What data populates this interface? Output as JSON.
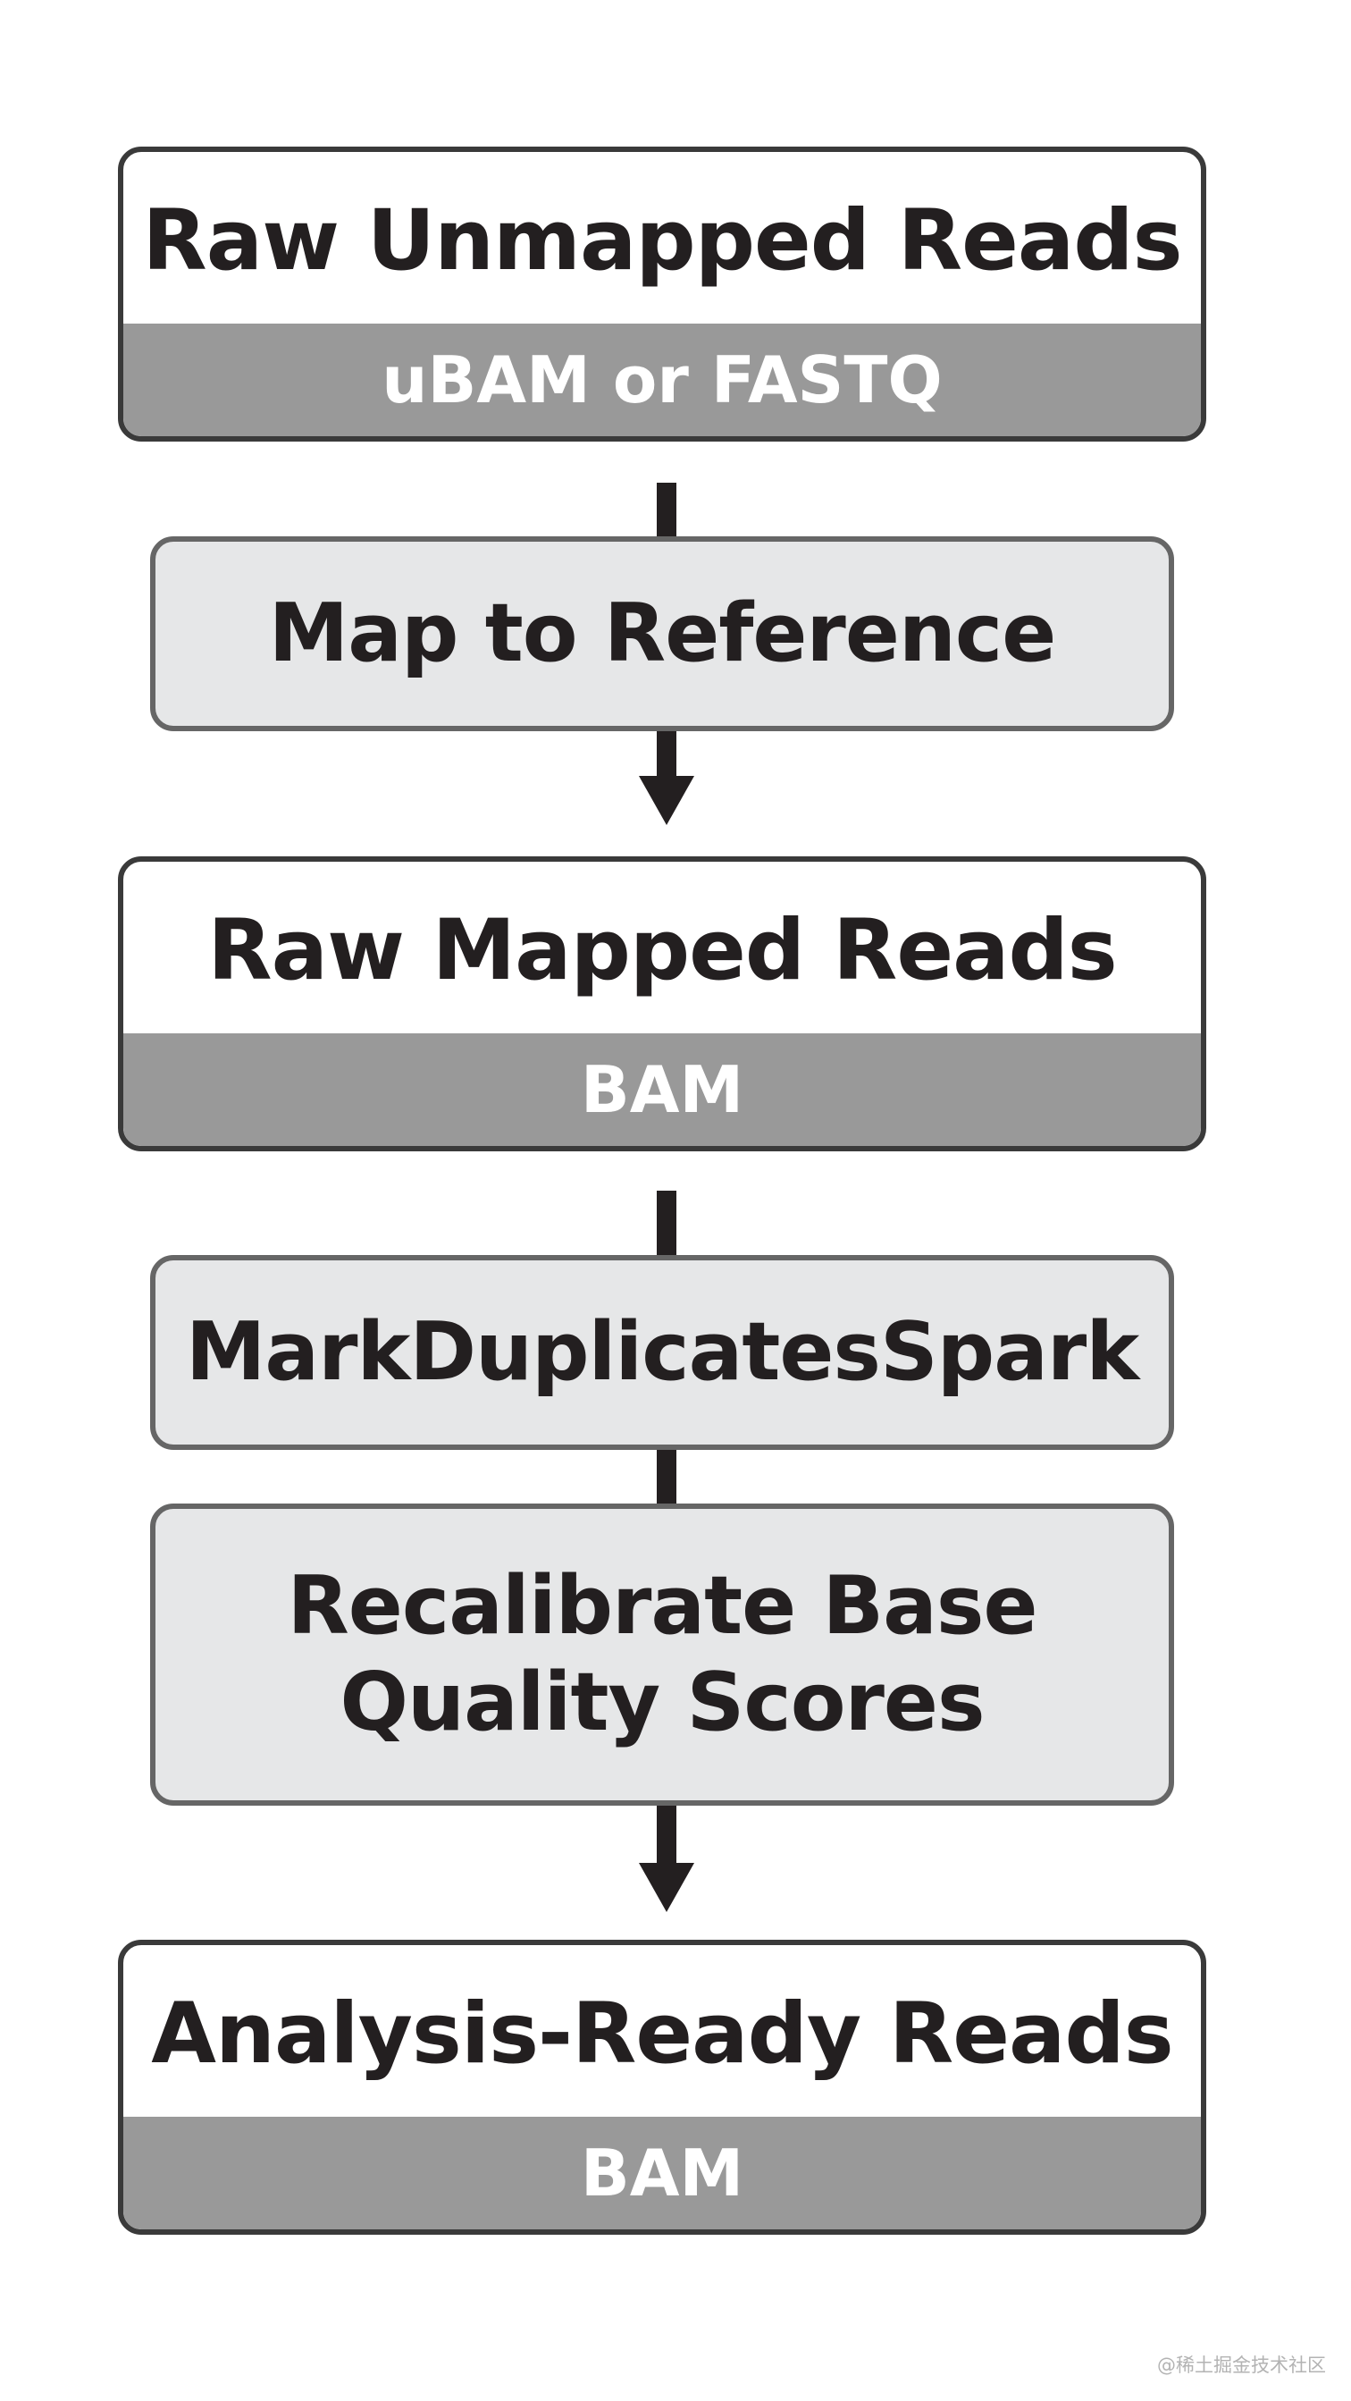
{
  "nodes": {
    "raw_unmapped": {
      "title": "Raw Unmapped Reads",
      "format": "uBAM or FASTQ"
    },
    "map_to_reference": {
      "label": "Map to Reference"
    },
    "raw_mapped": {
      "title": "Raw Mapped Reads",
      "format": "BAM"
    },
    "mark_duplicates": {
      "label": "MarkDuplicatesSpark"
    },
    "recalibrate": {
      "line1": "Recalibrate Base",
      "line2": "Quality Scores"
    },
    "analysis_ready": {
      "title": "Analysis-Ready Reads",
      "format": "BAM"
    }
  },
  "watermark": "@稀土掘金技术社区",
  "colors": {
    "text": "#231f20",
    "data_box_border": "#3a3a3a",
    "format_band": "#999999",
    "step_box_fill": "#e6e7e8",
    "step_box_border": "#666666",
    "connector": "#231f20"
  }
}
